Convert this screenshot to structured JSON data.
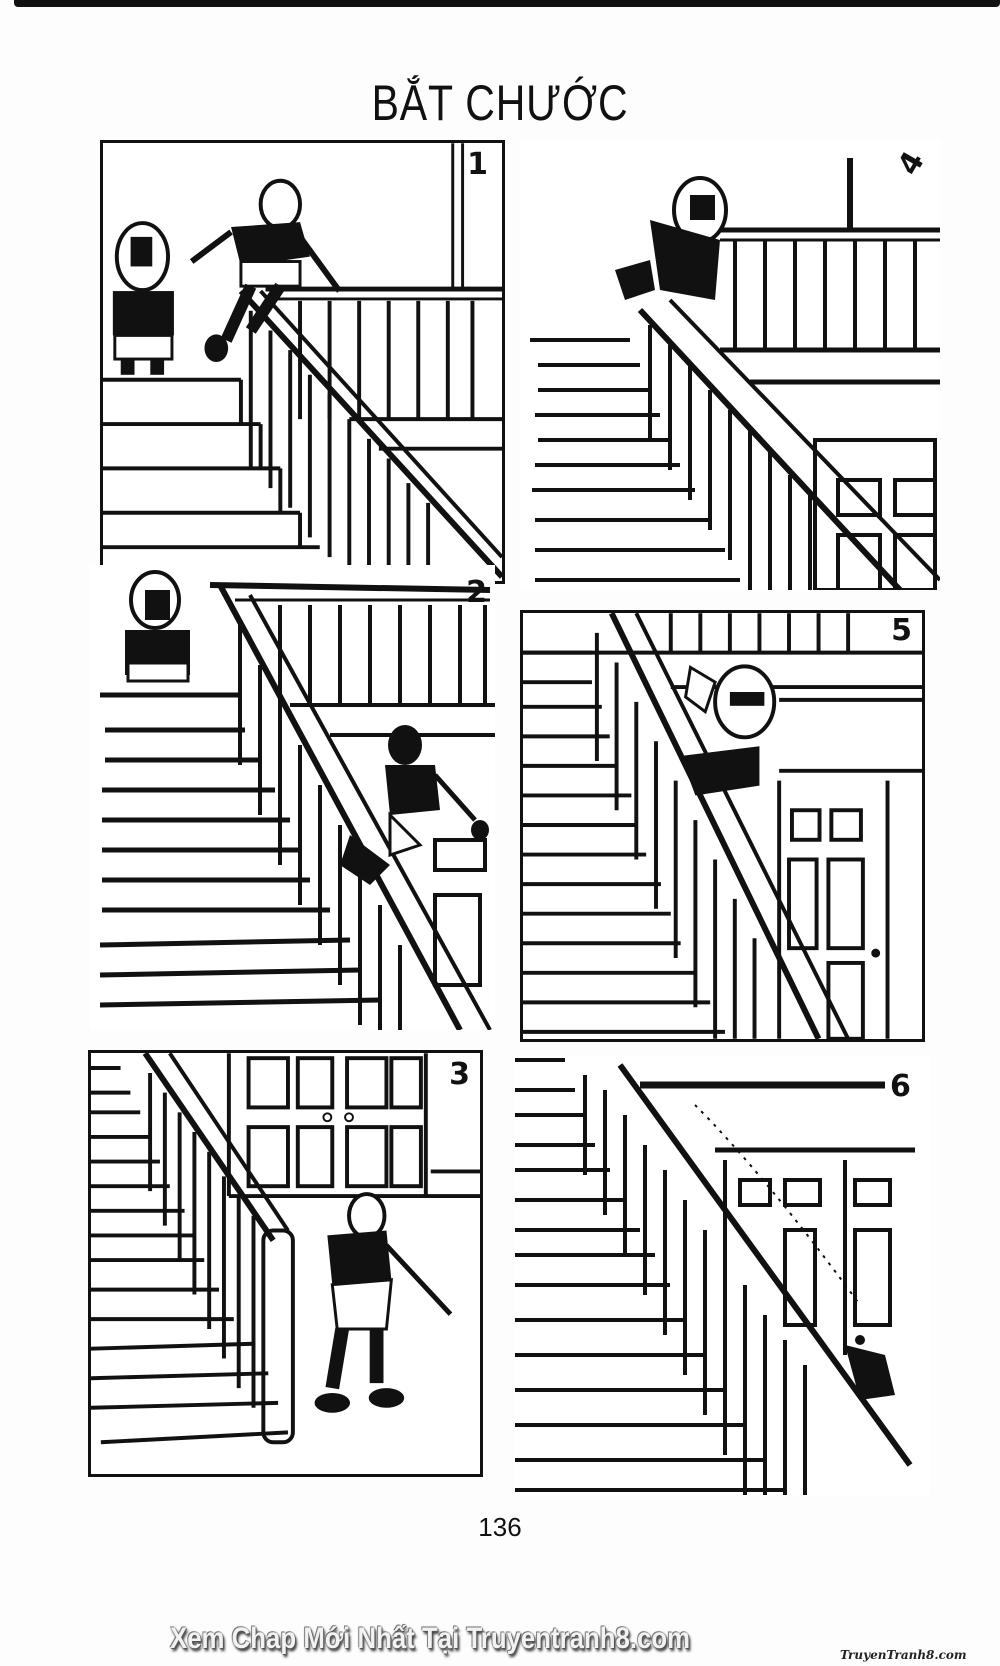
{
  "page": {
    "title": "BẮT CHƯỚC",
    "page_number": "136"
  },
  "panels": [
    {
      "id": 1,
      "label": "1",
      "description": "Boy climbs onto stair banister while toddler watches at top of stairs"
    },
    {
      "id": 2,
      "label": "2",
      "description": "Boy slides down banister holding a bag; toddler watches from top landing"
    },
    {
      "id": 3,
      "label": "3",
      "description": "Boy lands at bottom of stairs by newel post in front of double doors"
    },
    {
      "id": 4,
      "label": "4",
      "description": "Toddler climbs onto the banister at top of stairs"
    },
    {
      "id": 5,
      "label": "5",
      "description": "Toddler slides down banister, waving"
    },
    {
      "id": 6,
      "label": "6",
      "description": "Toddler crashes at bottom of the staircase (off-panel)"
    }
  ],
  "footer": {
    "watermark": "Xem Chap Mới Nhất Tại Truyentranh8.com",
    "logo": "TruyenTranh8.com"
  },
  "colors": {
    "ink": "#111111",
    "paper": "#fdfdfd"
  }
}
